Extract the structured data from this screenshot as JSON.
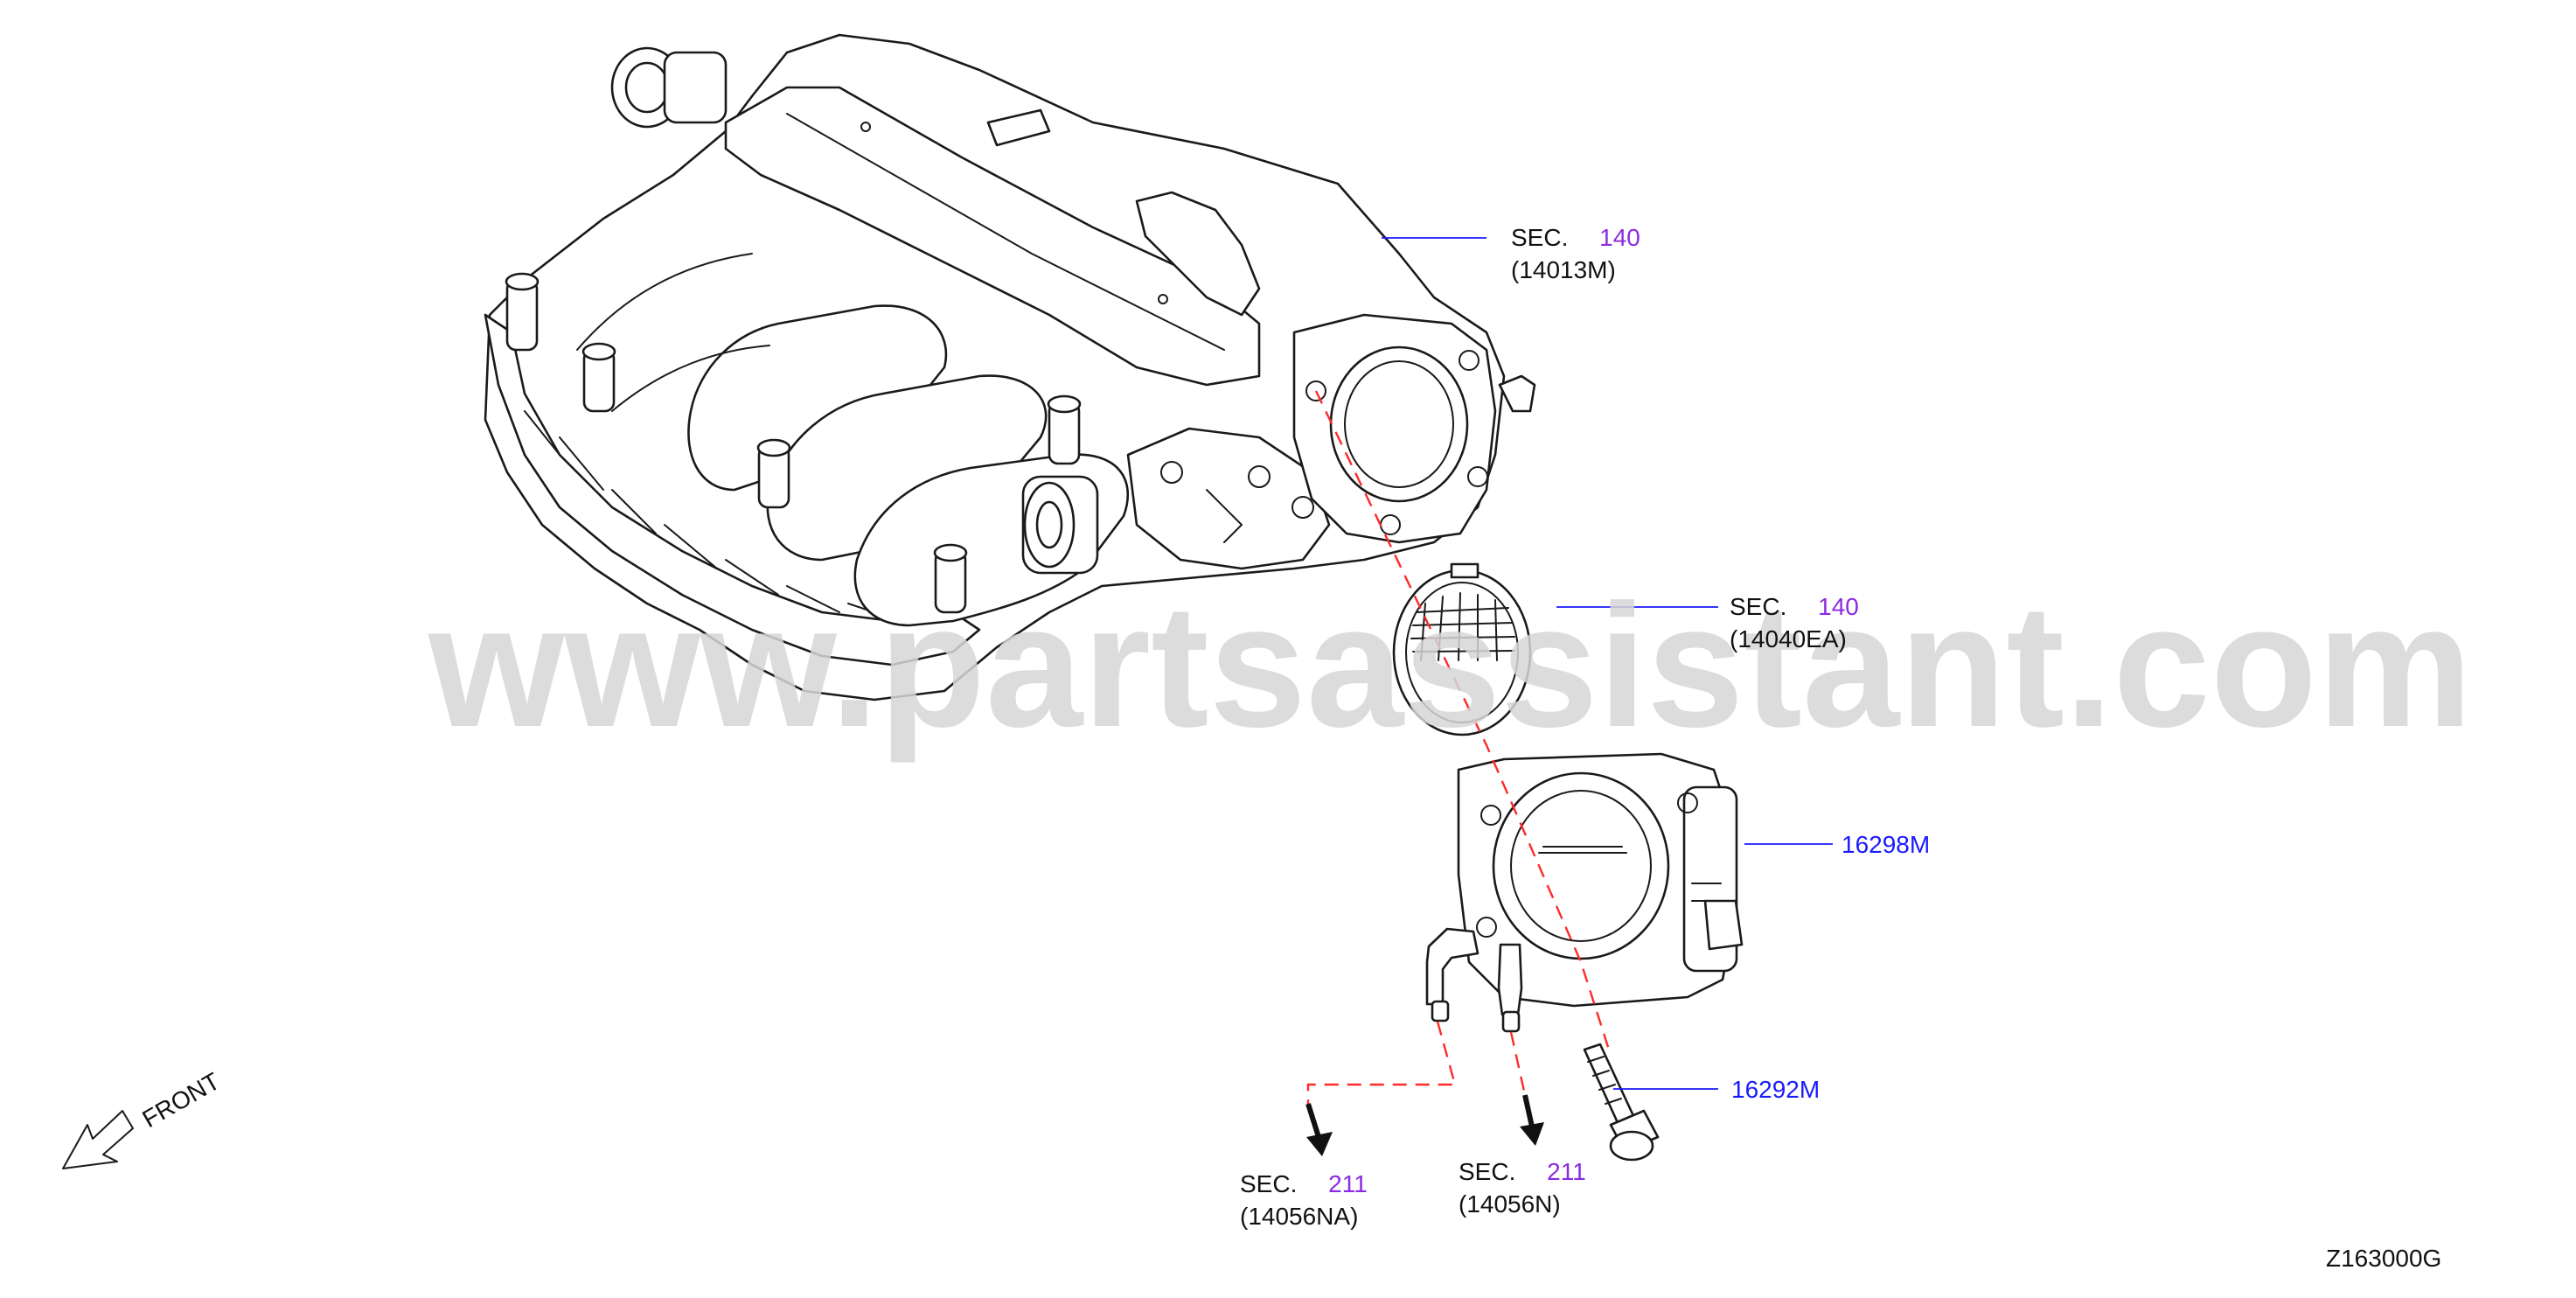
{
  "watermark": "www.partsassistant.com",
  "diagram_id": "Z163000G",
  "front_label": "FRONT",
  "callouts": {
    "intake_manifold": {
      "sec": "SEC.",
      "sec_num": "140",
      "part": "(14013M)"
    },
    "gasket": {
      "sec": "SEC.",
      "sec_num": "140",
      "part": "(14040EA)"
    },
    "throttle_body": {
      "part": "16298M"
    },
    "bolt": {
      "part": "16292M"
    },
    "hose_left": {
      "sec": "SEC.",
      "sec_num": "211",
      "part": "(14056NA)"
    },
    "hose_right": {
      "sec": "SEC.",
      "sec_num": "211",
      "part": "(14056N)"
    }
  },
  "colors": {
    "section_number": "#8a2be2",
    "part_number": "#1a1aff",
    "leader": "#1a1aff",
    "alignment_line": "#ff2a2a",
    "watermark": "#d6d6d6"
  }
}
